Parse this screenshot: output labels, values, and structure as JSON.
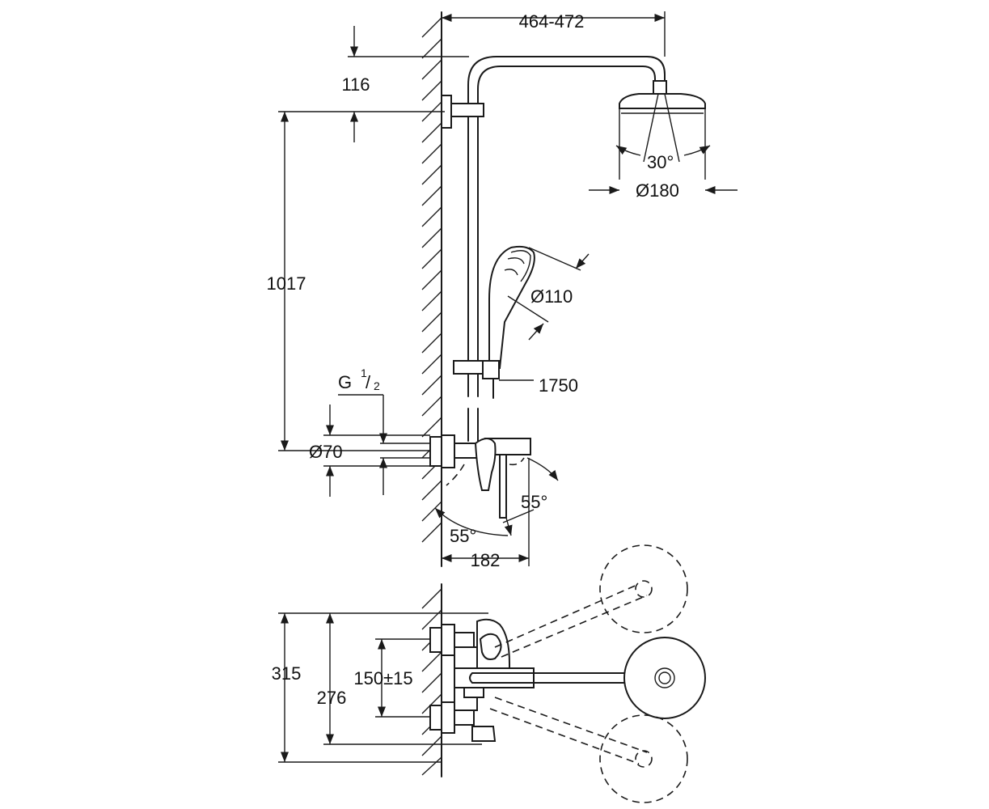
{
  "dimensions": {
    "arm_length": "464-472",
    "arm_height": "116",
    "rail_height": "1017",
    "connection_thread": "G",
    "thread_fraction_num": "1",
    "thread_fraction_den": "2",
    "escutcheon_diameter": "Ø70",
    "spout_angle_right": "55°",
    "spout_angle_left": "55°",
    "mixer_projection": "182",
    "head_spray_angle": "30°",
    "head_diameter": "Ø180",
    "hand_shower_diameter": "Ø110",
    "hose_length": "1750",
    "total_width": "315",
    "outer_width": "276",
    "centers_distance": "150±15"
  },
  "colors": {
    "line": "#1a1a1a",
    "background": "#ffffff"
  }
}
